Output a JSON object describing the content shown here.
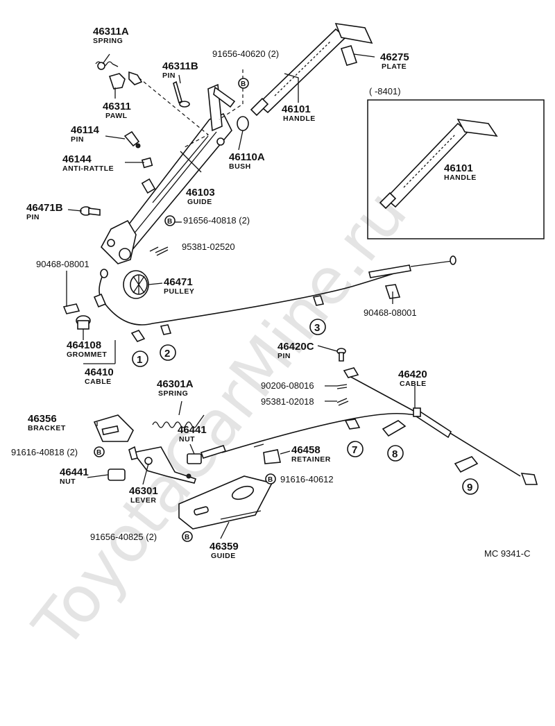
{
  "watermark": "ToyotaCarMine.ru",
  "inset_title": "(      -8401)",
  "drawing_code": "MC  9341-C",
  "bolt_mark": "B",
  "parts": {
    "p46311A": {
      "num": "46311A",
      "name": "SPRING"
    },
    "p46311B": {
      "num": "46311B",
      "name": "PIN"
    },
    "ref9165640620": {
      "num": "91656-40620 (2)"
    },
    "p46275": {
      "num": "46275",
      "name": "PLATE"
    },
    "p46311": {
      "num": "46311",
      "name": "PAWL"
    },
    "p46101": {
      "num": "46101",
      "name": "HANDLE"
    },
    "p46101_inset": {
      "num": "46101",
      "name": "HANDLE"
    },
    "p46114": {
      "num": "46114",
      "name": "PIN"
    },
    "p46110A": {
      "num": "46110A",
      "name": "BUSH"
    },
    "p46144": {
      "num": "46144",
      "name": "ANTI-RATTLE"
    },
    "p46103": {
      "num": "46103",
      "name": "GUIDE"
    },
    "p46471B": {
      "num": "46471B",
      "name": "PIN"
    },
    "ref9165640818": {
      "num": "91656-40818 (2)"
    },
    "ref9538102520": {
      "num": "95381-02520"
    },
    "ref9046808001a": {
      "num": "90468-08001"
    },
    "p46471": {
      "num": "46471",
      "name": "PULLEY"
    },
    "ref9046808001b": {
      "num": "90468-08001"
    },
    "p464108": {
      "num": "464108",
      "name": "GROMMET"
    },
    "p46410": {
      "num": "46410",
      "name": "CABLE"
    },
    "p46420C": {
      "num": "46420C",
      "name": "PIN"
    },
    "p46420": {
      "num": "46420",
      "name": "CABLE"
    },
    "ref9020608016": {
      "num": "90206-08016"
    },
    "ref9538102018": {
      "num": "95381-02018"
    },
    "p46301A": {
      "num": "46301A",
      "name": "SPRING"
    },
    "p46356": {
      "num": "46356",
      "name": "BRACKET"
    },
    "p46441a": {
      "num": "46441",
      "name": "NUT"
    },
    "p46458": {
      "num": "46458",
      "name": "RETAINER"
    },
    "ref9161640818": {
      "num": "91616-40818 (2)"
    },
    "p46441b": {
      "num": "46441",
      "name": "NUT"
    },
    "ref9161640612": {
      "num": "91616-40612"
    },
    "p46301": {
      "num": "46301",
      "name": "LEVER"
    },
    "ref9165640825": {
      "num": "91656-40825 (2)"
    },
    "p46359": {
      "num": "46359",
      "name": "GUIDE"
    }
  },
  "callouts": [
    "1",
    "2",
    "3",
    "7",
    "8",
    "9"
  ]
}
